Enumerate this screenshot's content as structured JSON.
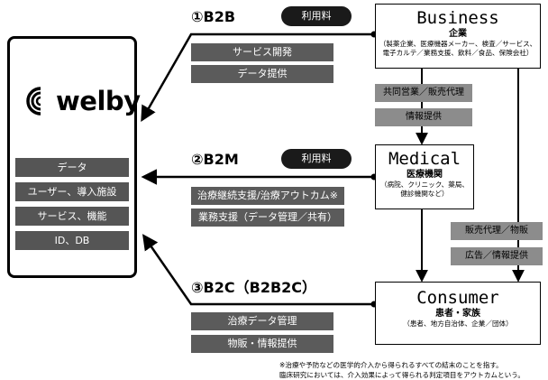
{
  "welby": {
    "logo_text": "welby",
    "items": [
      "データ",
      "ユーザー、導入施設",
      "サービス、機能",
      "ID、DB"
    ]
  },
  "flows": {
    "b2b": {
      "title": "①B2B",
      "fee": "利用料",
      "items": [
        "サービス開発",
        "データ提供"
      ]
    },
    "b2m": {
      "title": "②B2M",
      "fee": "利用料",
      "items": [
        "治療継続支援/治療アウトカム※",
        "業務支援（データ管理／共有）"
      ]
    },
    "b2c": {
      "title": "③B2C（B2B2C）",
      "items": [
        "治療データ管理",
        "物販・情報提供"
      ]
    }
  },
  "entities": {
    "business": {
      "title": "Business",
      "subtitle": "企業",
      "desc": "（製薬企業、医療機器メーカー、検査／サービス、\n電子カルテ／業務支援、飲料／食品、保険会社）"
    },
    "medical": {
      "title": "Medical",
      "subtitle": "医療機関",
      "desc": "（病院、クリニック、薬局、\n健診機関など）"
    },
    "consumer": {
      "title": "Consumer",
      "subtitle": "患者・家族",
      "desc": "（患者、地方自治体、企業／団体）"
    }
  },
  "links": {
    "business_medical": [
      "共同営業／販売代理",
      "情報提供"
    ],
    "business_consumer": [
      "販売代理／物販",
      "広告／情報提供"
    ]
  },
  "footnote": "※治療や予防などの医学的介入から得られるすべての結末のことを指す。\n臨床研究においては、介入効果によって得られる判定項目をアウトカムという。",
  "colors": {
    "dark_gray": "#5b5b5b",
    "light_gray": "#8c8c8c",
    "pill": "#1a1a1a"
  }
}
